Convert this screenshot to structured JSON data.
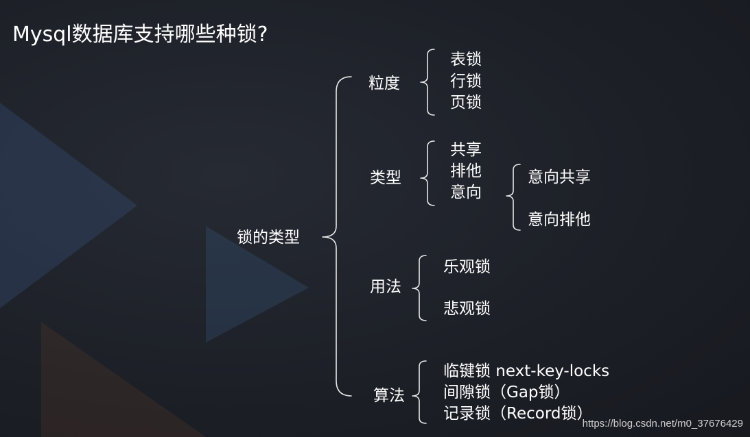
{
  "title": "Mysql数据库支持哪些种锁?",
  "root": "锁的类型",
  "categories": [
    {
      "label": "粒度",
      "items": [
        "表锁",
        "行锁",
        "页锁"
      ]
    },
    {
      "label": "类型",
      "items": [
        "共享",
        "排他",
        "意向"
      ],
      "sub_items": [
        "意向共享",
        "意向排他"
      ]
    },
    {
      "label": "用法",
      "items": [
        "乐观锁",
        "悲观锁"
      ]
    },
    {
      "label": "算法",
      "items": [
        "临键锁 next-key-locks",
        "间隙锁（Gap锁）",
        "记录锁（Record锁）"
      ]
    }
  ],
  "watermark": "https://blog.csdn.net/m0_37676429",
  "colors": {
    "background": "#1c1f26",
    "text": "#ffffff",
    "deco_blue": "#3a4f7a",
    "deco_orange": "#7a4a2a"
  }
}
